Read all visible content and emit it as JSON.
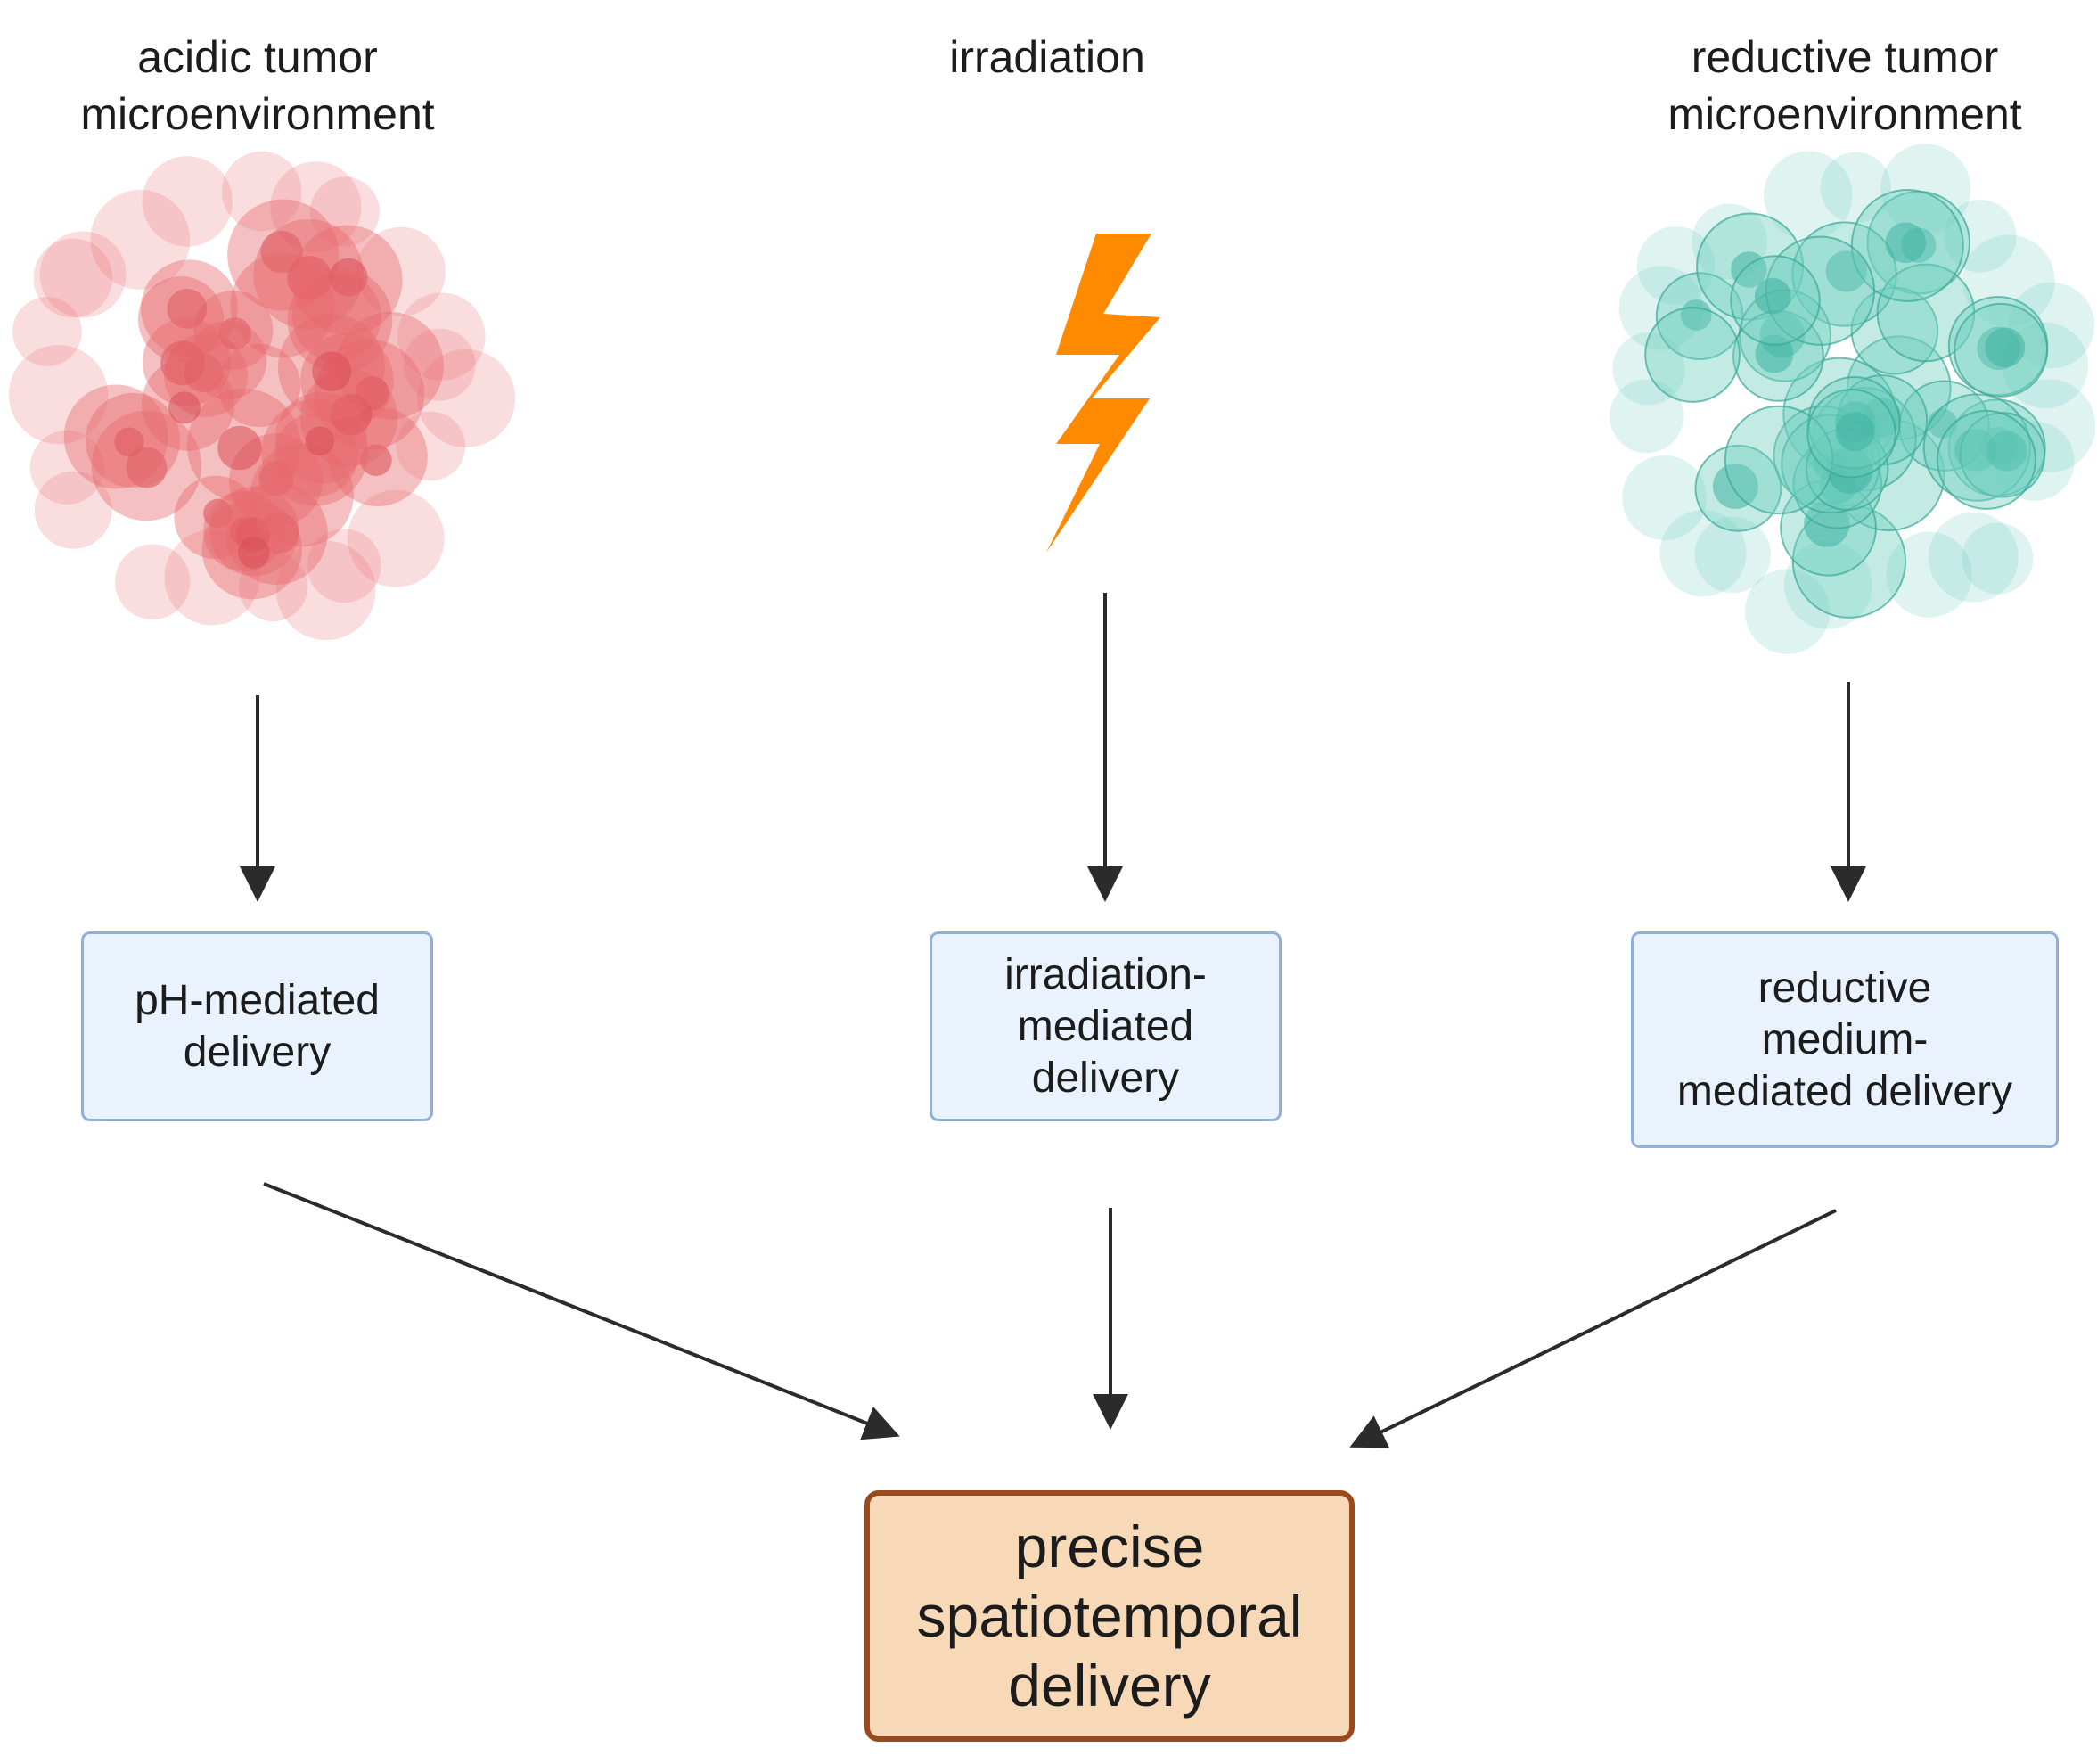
{
  "sources": [
    {
      "id": "acidic",
      "lines": [
        "acidic tumor",
        "microenvironment"
      ],
      "icon": "tumor-cluster-icon",
      "color": "#e86a6e"
    },
    {
      "id": "irradiation",
      "lines": [
        "irradiation"
      ],
      "icon": "lightning-bolt-icon",
      "color": "#ff8a00"
    },
    {
      "id": "reductive",
      "lines": [
        "reductive tumor",
        "microenvironment"
      ],
      "icon": "tumor-cluster-icon",
      "color": "#6fcfbf"
    }
  ],
  "mechanisms": [
    {
      "id": "ph",
      "lines": [
        "pH-mediated",
        "delivery"
      ]
    },
    {
      "id": "irr",
      "lines": [
        "irradiation-",
        "mediated",
        "delivery"
      ]
    },
    {
      "id": "red",
      "lines": [
        "reductive",
        "medium-",
        "mediated delivery"
      ]
    }
  ],
  "outcome": {
    "lines": [
      "precise",
      "spatiotemporal",
      "delivery"
    ]
  },
  "colors": {
    "arrow": "#2b2b2b",
    "mechanism_fill": "#e9f2fd",
    "mechanism_border": "#8fb0de",
    "outcome_fill": "#f7d9b8",
    "outcome_border": "#9a4a1c"
  },
  "edges": [
    {
      "from": "acidic",
      "to": "ph"
    },
    {
      "from": "irradiation",
      "to": "irr"
    },
    {
      "from": "reductive",
      "to": "red"
    },
    {
      "from": "ph",
      "to": "outcome"
    },
    {
      "from": "irr",
      "to": "outcome"
    },
    {
      "from": "red",
      "to": "outcome"
    }
  ]
}
